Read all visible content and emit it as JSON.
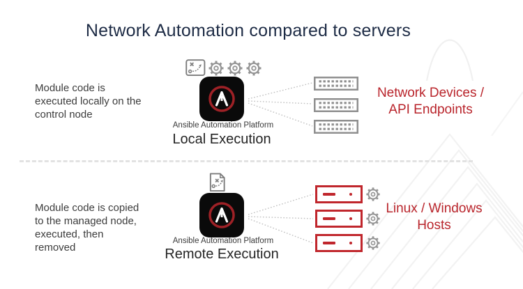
{
  "title": "Network Automation compared to servers",
  "local": {
    "description": "Module code is\nexecuted locally on the\ncontrol node",
    "platform_label": "Ansible Automation Platform",
    "execution_label": "Local Execution",
    "target_label": "Network Devices /\nAPI Endpoints",
    "toolbar_icons": [
      "playbook-icon",
      "gear-icon",
      "gear-icon",
      "gear-icon"
    ],
    "platform_icon": "ansible-logo-icon",
    "device_icon": "network-switch-icon",
    "device_count": 3
  },
  "remote": {
    "description": "Module code is copied\nto the managed node,\nexecuted, then\nremoved",
    "platform_label": "Ansible Automation Platform",
    "execution_label": "Remote Execution",
    "target_label": "Linux / Windows\nHosts",
    "toolbar_icons": [
      "playbook-file-icon"
    ],
    "platform_icon": "ansible-logo-icon",
    "host_icon": "red-server-icon",
    "host_gear_icon": "gear-icon",
    "host_count": 3
  },
  "colors": {
    "title_navy": "#1d2b45",
    "body_text": "#3c3c3c",
    "accent_red": "#b9242b",
    "server_red": "#c0262c",
    "icon_gray": "#8f8f8f",
    "logo_black": "#0a0a0a",
    "logo_ring_red": "#9e2126",
    "divider_gray": "#e2e2e2"
  }
}
